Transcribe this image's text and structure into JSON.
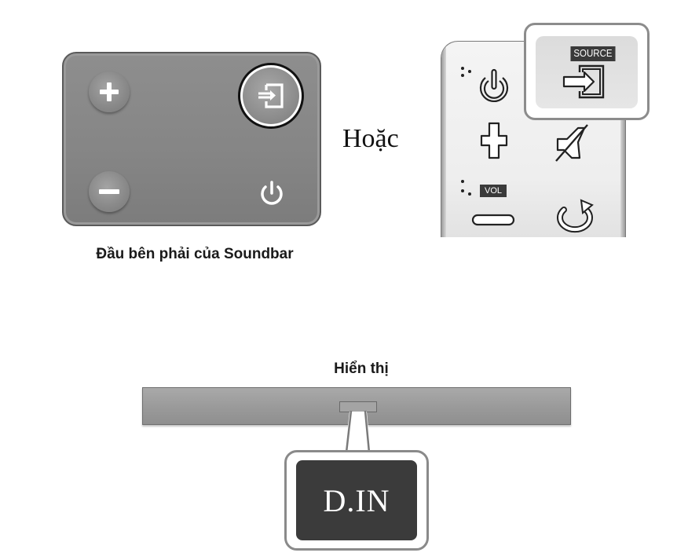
{
  "soundbar_panel": {
    "caption": "Đầu bên phải của Soundbar",
    "buttons": [
      {
        "name": "volume-up",
        "icon": "plus-icon"
      },
      {
        "name": "source",
        "icon": "source-input-icon",
        "highlighted": true
      },
      {
        "name": "volume-down",
        "icon": "minus-icon"
      },
      {
        "name": "power",
        "icon": "power-icon"
      }
    ]
  },
  "or_text": "Hoặc",
  "remote": {
    "source_label": "SOURCE",
    "vol_label": "VOL",
    "buttons": [
      "power-icon",
      "source-input-icon",
      "plus-icon",
      "mute-icon",
      "minus-icon",
      "repeat-icon"
    ]
  },
  "display": {
    "label": "Hiển thị",
    "value": "D.IN"
  },
  "colors": {
    "panel": "#858585",
    "display_screen": "#3b3b3b",
    "highlight_ring": "#111111"
  }
}
